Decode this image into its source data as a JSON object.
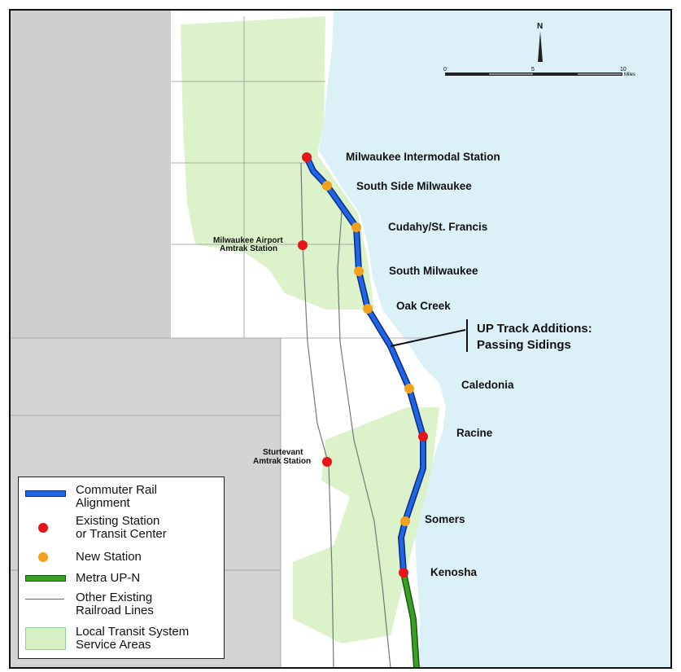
{
  "map": {
    "stations": [
      {
        "name": "Milwaukee Intermodal Station",
        "type": "existing"
      },
      {
        "name": "South Side Milwaukee",
        "type": "new"
      },
      {
        "name": "Cudahy/St. Francis",
        "type": "new"
      },
      {
        "name": "South Milwaukee",
        "type": "new"
      },
      {
        "name": "Oak Creek",
        "type": "new"
      },
      {
        "name": "Caledonia",
        "type": "new"
      },
      {
        "name": "Racine",
        "type": "existing"
      },
      {
        "name": "Somers",
        "type": "new"
      },
      {
        "name": "Kenosha",
        "type": "existing"
      }
    ],
    "amtrak": [
      {
        "line1": "Milwaukee Airport",
        "line2": "Amtrak Station"
      },
      {
        "line1": "Sturtevant",
        "line2": "Amtrak Station"
      }
    ],
    "callout": {
      "line1": "UP Track Additions:",
      "line2": "Passing Sidings"
    },
    "north": "N",
    "scale": {
      "ticks": [
        "0",
        "5",
        "10"
      ],
      "unit": "Miles"
    }
  },
  "legend": [
    {
      "line1": "Commuter Rail",
      "line2": "Alignment",
      "symbol": "blue-line"
    },
    {
      "line1": "Existing Station",
      "line2": "or Transit Center",
      "symbol": "red-dot"
    },
    {
      "line1": "New Station",
      "line2": "",
      "symbol": "orange-dot"
    },
    {
      "line1": "Metra UP-N",
      "line2": "",
      "symbol": "green-line"
    },
    {
      "line1": "Other Existing",
      "line2": "Railroad Lines",
      "symbol": "rail-line"
    },
    {
      "line1": "Local Transit System",
      "line2": "Service Areas",
      "symbol": "green-area"
    }
  ],
  "colors": {
    "water": "#dcf0f8",
    "rail": "#1e5fd8",
    "metra": "#2f8a1e",
    "existing": "#e8141c",
    "new": "#f2a21a",
    "service": "#d6f0c2",
    "gray": "#cfcfcf"
  }
}
